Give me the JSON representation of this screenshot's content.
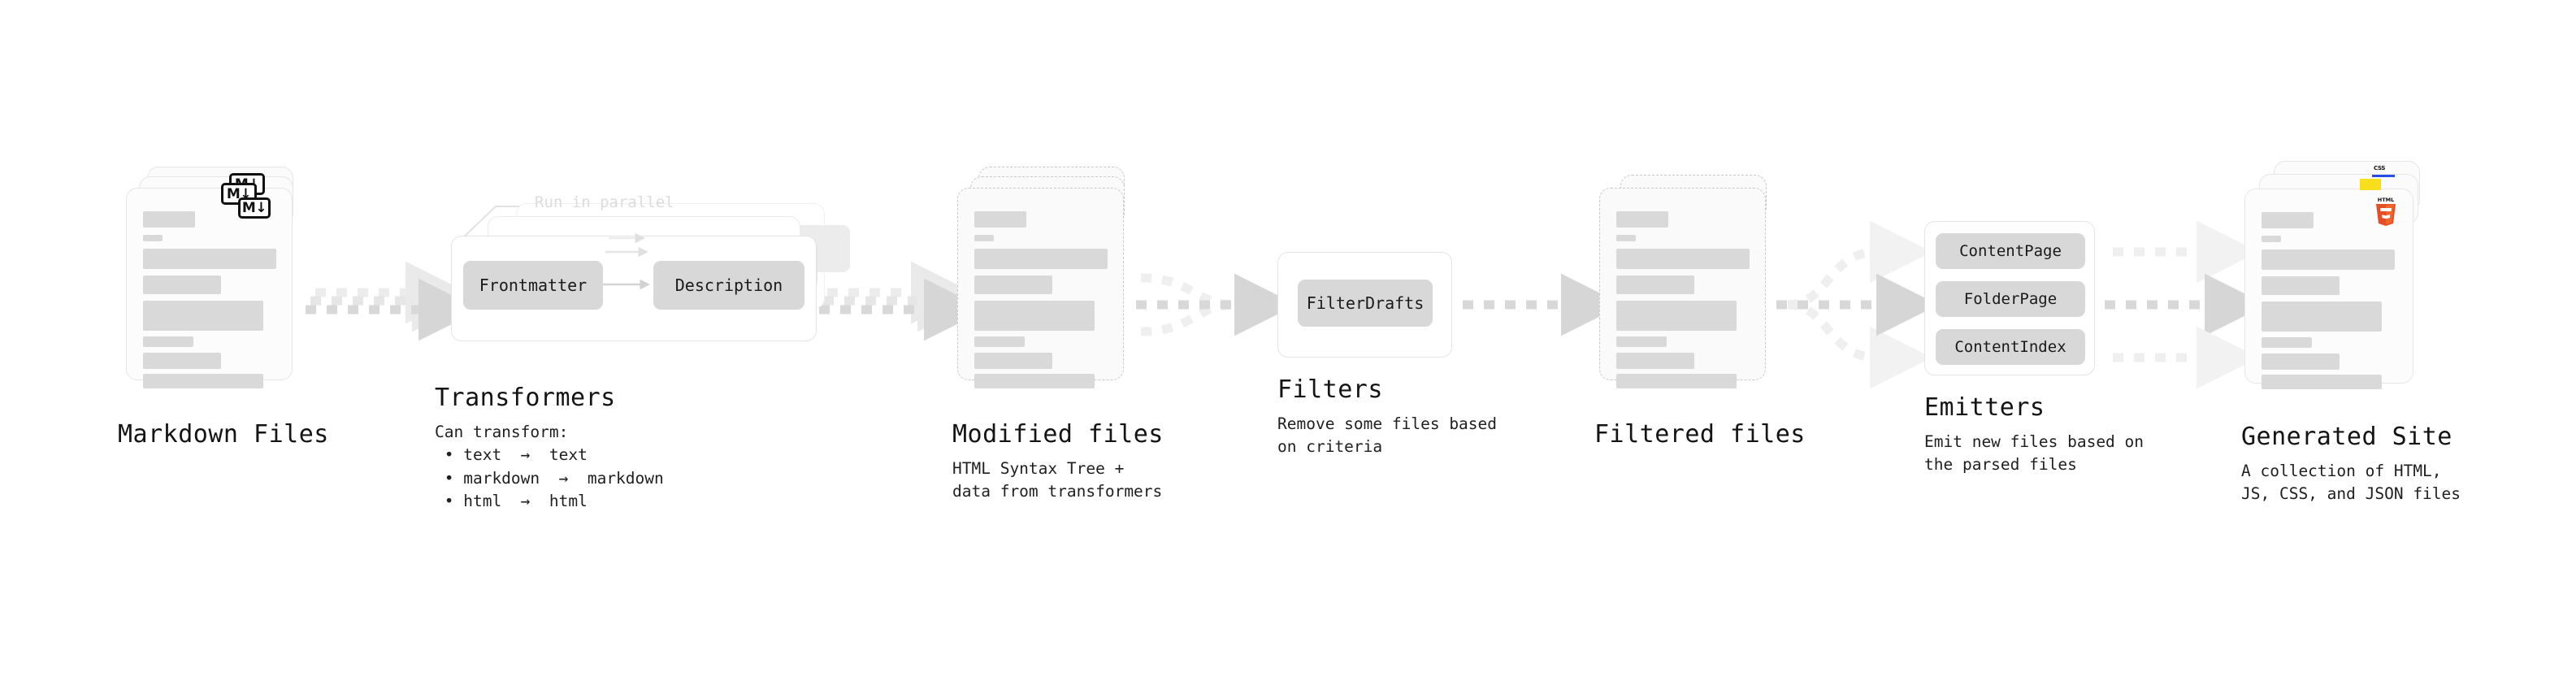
{
  "diagram": {
    "background": "#ffffff",
    "accent_gray": "#d9d9d9",
    "arrow_color": "#d4d4d4",
    "stages": [
      {
        "key": "markdown-files",
        "title": "Markdown Files",
        "subtitle": "",
        "badge": "markdown-icon",
        "badge_text": "M↓"
      },
      {
        "key": "transformers",
        "title": "Transformers",
        "subtitle": "Can transform:\n • text  →  text\n • markdown  →  markdown\n • html  →  html",
        "parallel_label": "Run in parallel",
        "nodes": [
          "Frontmatter",
          "Description"
        ]
      },
      {
        "key": "modified-files",
        "title": "Modified files",
        "subtitle": "HTML Syntax Tree +\ndata from transformers"
      },
      {
        "key": "filters",
        "title": "Filters",
        "subtitle": "Remove some files based\non criteria",
        "nodes": [
          "FilterDrafts"
        ]
      },
      {
        "key": "filtered-files",
        "title": "Filtered files",
        "subtitle": ""
      },
      {
        "key": "emitters",
        "title": "Emitters",
        "subtitle": "Emit new files based on\nthe parsed files",
        "nodes": [
          "ContentPage",
          "FolderPage",
          "ContentIndex"
        ]
      },
      {
        "key": "generated-site",
        "title": "Generated Site",
        "subtitle": "A collection of HTML,\nJS, CSS, and JSON files",
        "badges": [
          "css-icon",
          "js-icon",
          "html5-icon"
        ],
        "badge_labels": {
          "css": "CSS",
          "js": "JS",
          "html5": "HTML"
        }
      }
    ]
  }
}
